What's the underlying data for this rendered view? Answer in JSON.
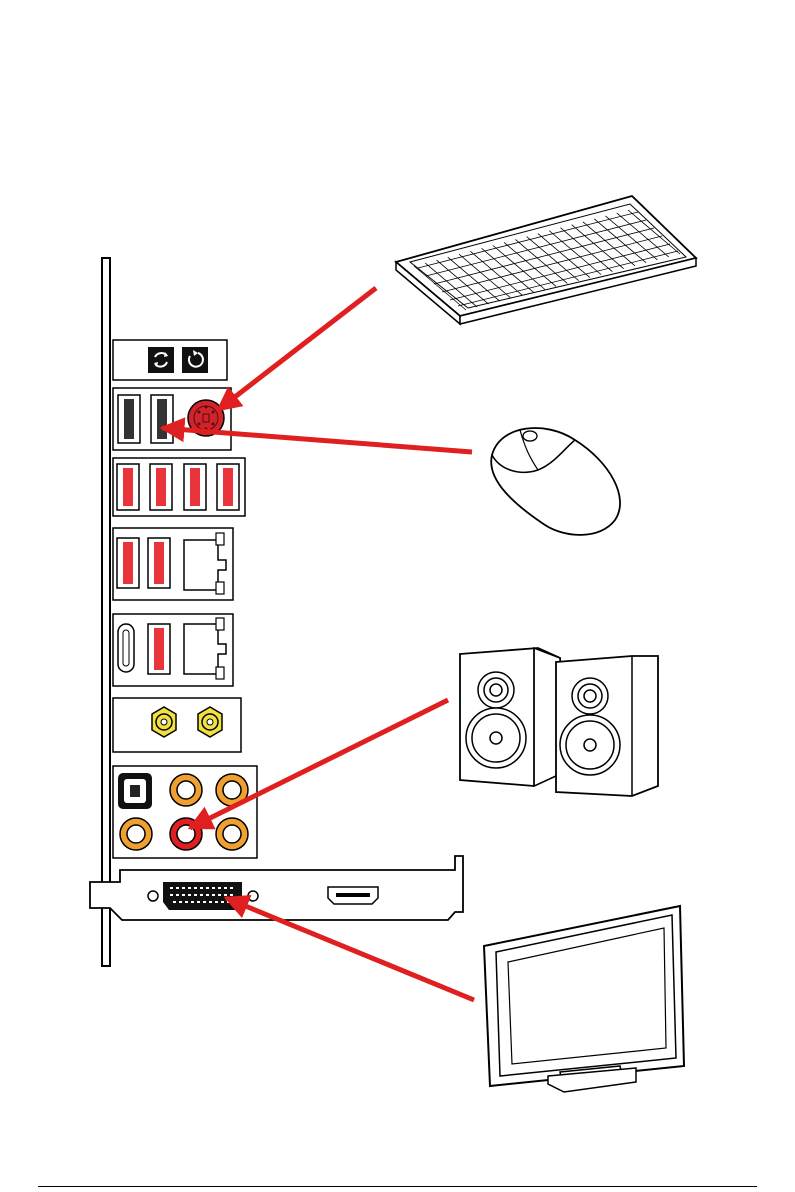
{
  "colors": {
    "line": "#000000",
    "arrow": "#e02020",
    "usb_red": "#e8343a",
    "usb_black": "#333333",
    "ps2_red": "#d0242c",
    "gold": "#f0e040",
    "audio_orange": "#f0a030",
    "white": "#ffffff",
    "panel_dark": "#111111"
  },
  "io_panel": {
    "buttons": [
      "refresh-icon",
      "rotate-icon"
    ],
    "usb_row1": [
      "usb-black",
      "usb-black",
      "ps2-port"
    ],
    "usb_row2": [
      "usb-red",
      "usb-red",
      "usb-red",
      "usb-red"
    ],
    "lan1": [
      "usb-red",
      "usb-red",
      "rj45-port"
    ],
    "lan2": [
      "usb-c-port",
      "usb-red",
      "rj45-port"
    ],
    "antenna": [
      "antenna-connector",
      "antenna-connector"
    ],
    "audio": [
      "optical-spdif-port",
      "audio-jack",
      "audio-jack",
      "audio-jack",
      "audio-jack-line-out",
      "audio-jack"
    ]
  },
  "graphics_card": {
    "ports": [
      "dvi-port",
      "hdmi-port"
    ]
  },
  "devices": [
    "keyboard-icon",
    "mouse-icon",
    "speakers-icon",
    "monitor-icon"
  ],
  "connections": [
    {
      "from": "keyboard",
      "to": "ps2-port"
    },
    {
      "from": "mouse",
      "to": "usb-port"
    },
    {
      "from": "speakers",
      "to": "audio-jack-line-out"
    },
    {
      "from": "monitor",
      "to": "dvi-port"
    }
  ]
}
